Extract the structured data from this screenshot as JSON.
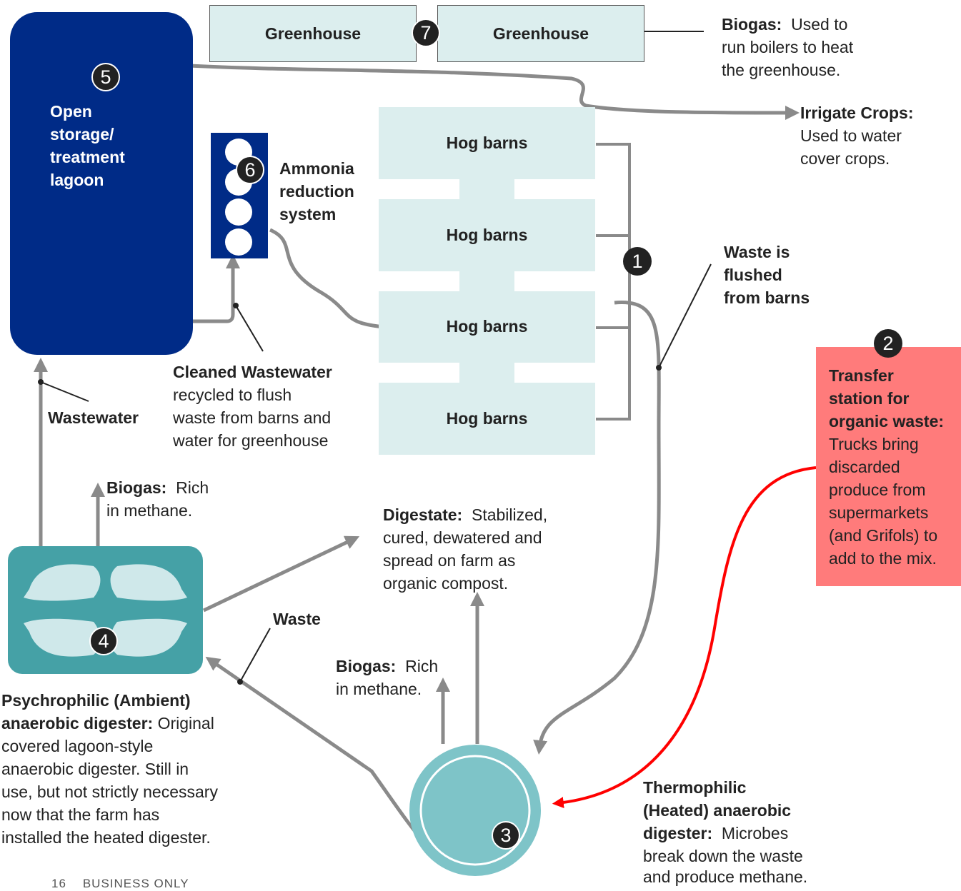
{
  "greenhouses": [
    "Greenhouse",
    "Greenhouse"
  ],
  "hog_barns": [
    "Hog barns",
    "Hog barns",
    "Hog barns",
    "Hog barns"
  ],
  "steps": {
    "one": "1",
    "two": "2",
    "three": "3",
    "four": "4",
    "five": "5",
    "six": "6",
    "seven": "7"
  },
  "lagoon": {
    "lines": [
      "Open",
      "storage/",
      "treatment",
      "lagoon"
    ]
  },
  "ammonia": {
    "lines": [
      "Ammonia",
      "reduction",
      "system"
    ]
  },
  "biogas_top": {
    "bold": "Biogas:",
    "rest": "Used to",
    "lines": [
      "run boilers to heat",
      "the greenhouse."
    ]
  },
  "irrigate": {
    "bold": "Irrigate Crops:",
    "lines": [
      "Used to water",
      "cover crops."
    ]
  },
  "waste_flushed": {
    "lines": [
      "Waste is",
      "flushed",
      "from barns"
    ]
  },
  "transfer": {
    "bold_lines": [
      "Transfer",
      "station for",
      "organic waste:"
    ],
    "lines": [
      "Trucks bring",
      "discarded",
      "produce from",
      "supermarkets",
      "(and Grifols) to",
      "add to the mix."
    ]
  },
  "cleaned": {
    "bold": "Cleaned Wastewater",
    "lines": [
      "recycled to flush",
      "waste from barns and",
      "water for greenhouse"
    ]
  },
  "wastewater_label": "Wastewater",
  "biogas_left": {
    "bold": "Biogas:",
    "rest": "Rich",
    "line2": "in methane."
  },
  "digestate": {
    "bold": "Digestate:",
    "rest": "Stabilized,",
    "lines": [
      "cured, dewatered and",
      "spread on farm as",
      "organic compost."
    ]
  },
  "waste_label": "Waste",
  "biogas_mid": {
    "bold": "Biogas:",
    "rest": "Rich",
    "line2": "in methane."
  },
  "psychrophilic": {
    "bold_lines": [
      "Psychrophilic (Ambient)"
    ],
    "bold2": "anaerobic digester:",
    "rest2": "Original",
    "lines": [
      "covered lagoon-style",
      "anaerobic digester.  Still in",
      "use, but not strictly  necessary",
      "now that the farm has",
      "installed the heated digester."
    ]
  },
  "thermophilic": {
    "bold_lines": [
      "Thermophilic",
      "(Heated) anaerobic"
    ],
    "bold3": "digester:",
    "rest3": "Microbes",
    "lines": [
      "break down the waste",
      "and produce methane."
    ]
  },
  "footer": {
    "page": "16",
    "label": "BUSINESS ONLY"
  },
  "colors": {
    "navy": "#002b87",
    "light_teal": "#dceeee",
    "teal": "#45a1a6",
    "circle_teal": "#7ec4c8",
    "red_box": "#ff7b7b",
    "red_line": "#ff0000",
    "gray_line": "#8a8a8a"
  }
}
